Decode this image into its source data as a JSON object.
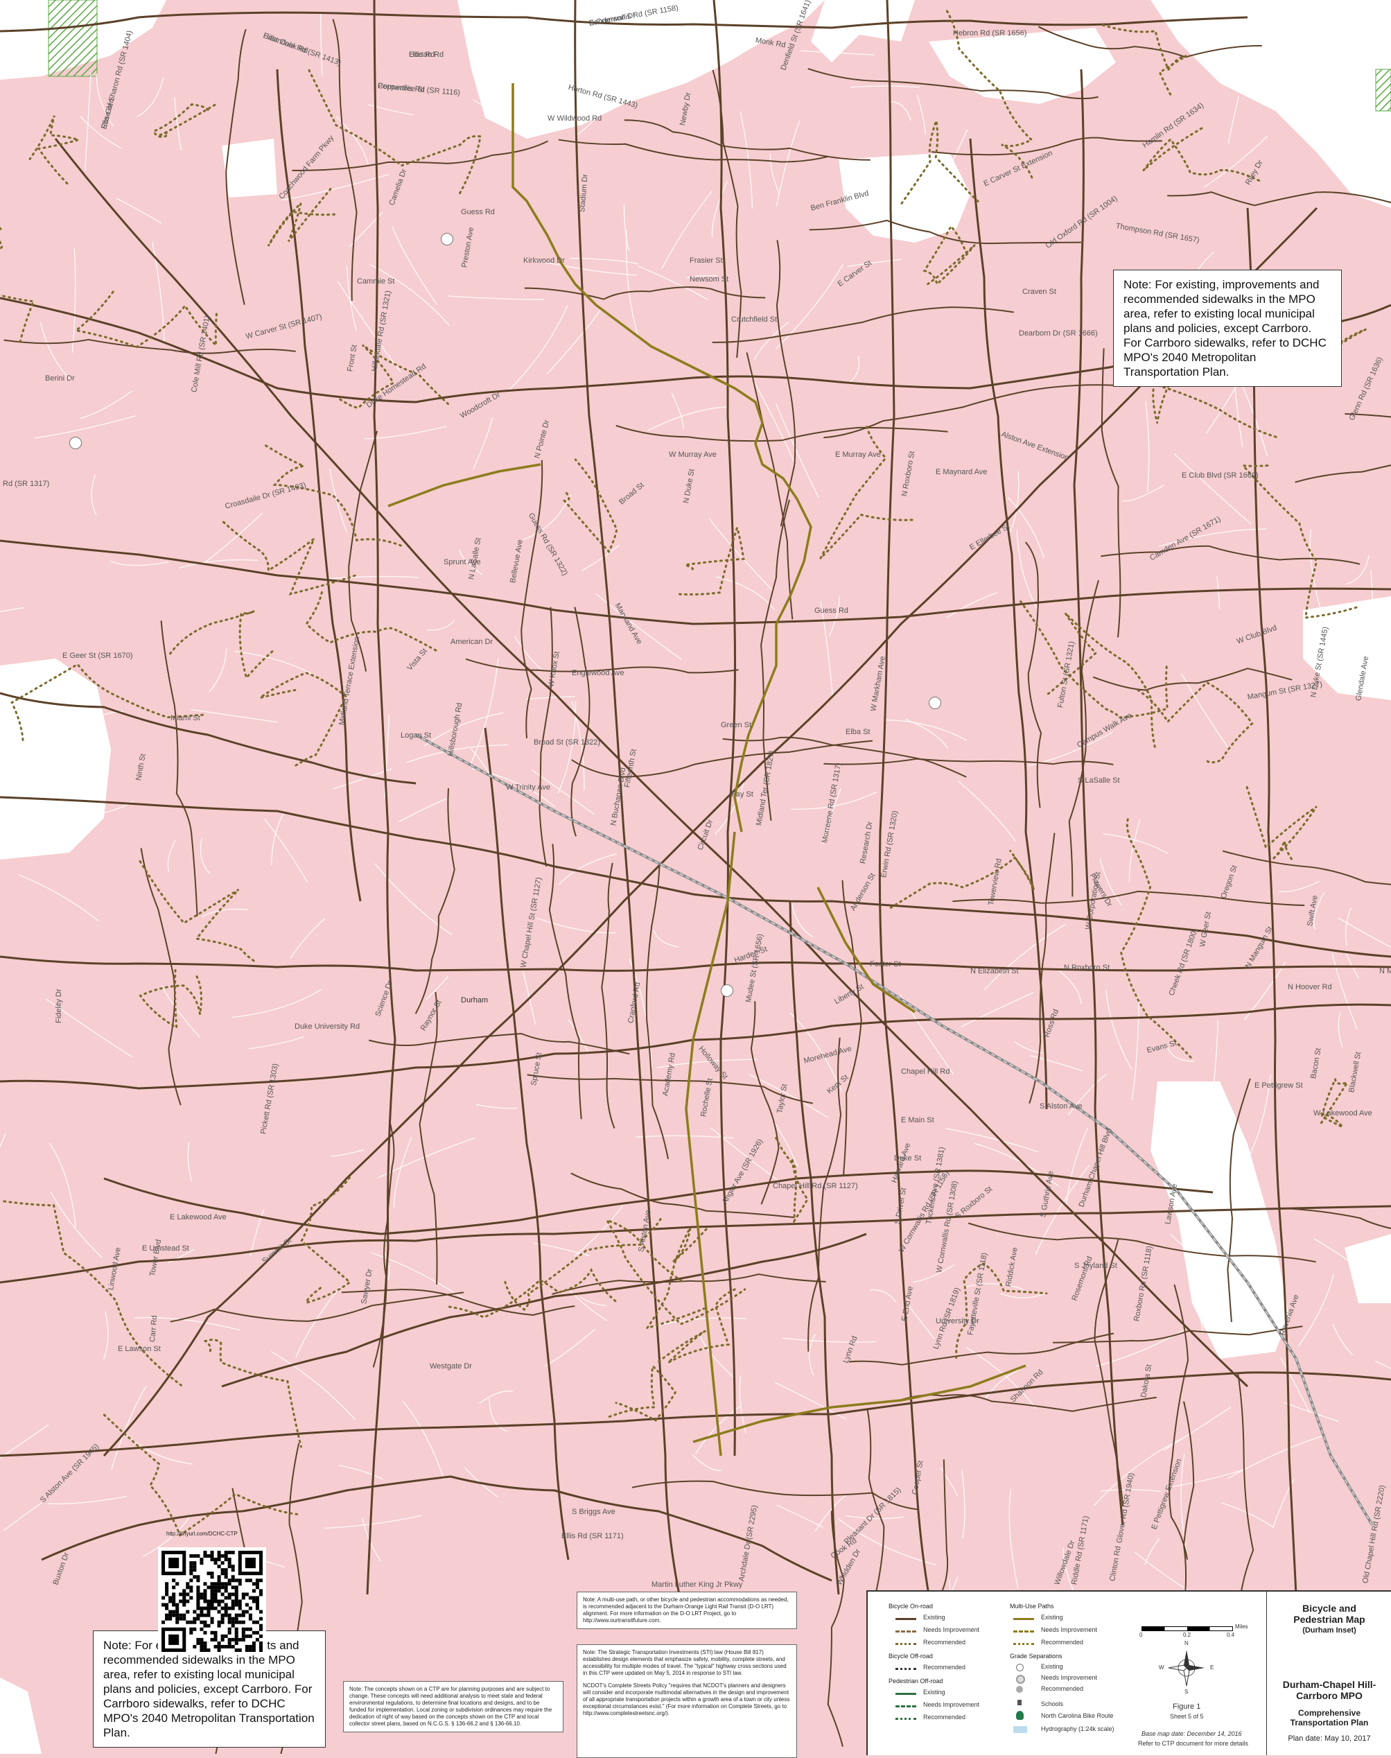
{
  "map": {
    "place_label": "Durham",
    "street_labels": [
      "Hillandale Rd (SR 1413)",
      "Horton Rd",
      "Peppertree St",
      "Rose of Sharon Rd (SR 1404)",
      "Sanderson Dr",
      "Monk Rd",
      "Denfield St (SR 1641)",
      "Hebron Rd (SR 1656)",
      "Horton Rd (SR 1443)",
      "W Wildwood Rd",
      "Newby Dr",
      "Coachwood Farm Pkwy",
      "Camelia Dr",
      "Guess Rd",
      "Stadium Dr",
      "Ben Franklin Blvd",
      "Hamlin Rd (SR 1634)",
      "Riley Dr",
      "E Carver St Extension",
      "Thompson Rd (SR 1657)",
      "Old Oxford Rd (SR 1004)",
      "Kirkwood Dr",
      "Frasier St",
      "Cammie St",
      "Preston Ave",
      "Newsom St",
      "E Carver St",
      "Craven St",
      "Crutchfield St",
      "W Carver St (SR 1407)",
      "Dearborn Dr (SR 1666)",
      "Berini Dr",
      "Cole Mill Rd (SR 1401)",
      "Front St",
      "Hillandale Rd (SR 1321)",
      "Duke Homestead Rd",
      "Woodcroft Dr",
      "Alston Ave Extension",
      "Glenn Rd (SR 1636)",
      "N Pointe Dr",
      "W Murray Ave",
      "E Murray Ave",
      "E Maynard Ave",
      "E Club Blvd (SR 1669)",
      "Rd (SR 1317)",
      "Croasdaile Dr (SR 1493)",
      "Guess Rd (SR 1322)",
      "Broad St",
      "N Duke St",
      "N Roxboro St",
      "E Ellerbee St",
      "Camden Ave (SR 1671)",
      "Sprunt Ave",
      "N LaSalle St",
      "Bellevue Ave",
      "Maryland Ave",
      "Guess Rd",
      "W Club Blvd",
      "E Geer St (SR 1670)",
      "American Dr",
      "Englewood Ave",
      "W Knox St",
      "Broad St (SR 1322)",
      "Green St",
      "W Markham Ave",
      "Mangum St (SR 1327)",
      "N Duke St (SR 1445)",
      "Glendale Ave",
      "Vista St",
      "Midland Terrace Extension",
      "Miami St",
      "Logan St",
      "Hillsborough Rd",
      "Fulton St (SR 1321)",
      "S LaSalle St",
      "Campus Walk Ave",
      "Elba St",
      "Ninth St",
      "Fifteenth St",
      "N Buchanan Blvd",
      "W Trinity Ave",
      "Fay St",
      "Midland Ter (SR 1827)",
      "Morreene Rd (SR 1317)",
      "Erwin Rd (SR 1320)",
      "Circuit Dr",
      "Research Dr",
      "Flowers Dr",
      "W Geer St",
      "Cheek Rd (SR 1800)",
      "W Corporation St",
      "Towerview Rd",
      "Anderson St",
      "Oregon St",
      "Swift Ave",
      "N Mangum St",
      "N Roxboro St",
      "N Elizabeth St",
      "Foster St",
      "N Miami Blvd",
      "N Hoover Rd",
      "Fidelity Dr",
      "Science Dr",
      "Duke University Rd",
      "W Chapel Hill St (SR 1127)",
      "Raynor St",
      "Spruce St",
      "Holloway St",
      "Hardee St",
      "Mudee St (SR 1656)",
      "Liberty St",
      "Ross Rd",
      "Evans St",
      "Academy Rd",
      "Cranford Rd",
      "Morehead Ave",
      "Chapel Hill Rd",
      "Kent St",
      "Blackwell St",
      "E Pettigrew St",
      "E Main St",
      "Rochelle St",
      "Taylor St",
      "S Alston Ave",
      "Chapel Hill Rd (SR 1127)",
      "W Lakewood Ave",
      "Duke St",
      "Tuckers Ave (SR 1381)",
      "S Roxboro St",
      "E Lakewood Ave",
      "Angier Ave (SR 1926)",
      "Harvard Ave",
      "S Alston Ave",
      "S Driver St",
      "S Guthrie Ave",
      "S Joyland St",
      "E Umstead St",
      "Carr Rd",
      "W Cornwallis Rd (SR 1308)",
      "University Dr",
      "Linwood Ave",
      "Sawyer Dr",
      "E Lawson St",
      "Riddick Ave",
      "E End Ave",
      "Pickett Rd (SR 1303)",
      "Summit St",
      "Lawson Ave",
      "Bacon St",
      "Tower Blvd",
      "Durham Chapel Hill Blvd",
      "W Cornwallis Rd (SR 1158)",
      "Rosemont Rd",
      "Roxboro Rd (SR 1118)",
      "Fayetteville St (SR 1118)",
      "Ravenia Ave",
      "Lynn Rd (SR 1819)",
      "Lynn Rd",
      "Westgate Dr",
      "Shannon Rd",
      "Dakota St",
      "S Alston Ave (SR 1945)",
      "Cooper St",
      "S Briggs Ave",
      "Ellis Rd (SR 1171)",
      "Pleasant Dr (SR 1815)",
      "Glover Rd (SR 1940)",
      "E Pettigrew Extension",
      "Martin Luther King Jr Pkwy",
      "Archdale Dr (SR 2295)",
      "Riddle Rd (SR 1171)",
      "Clinton Rd",
      "Old Chapel Hill Rd (SR 2220)",
      "Willowdale Dr",
      "Cook Rd",
      "Buxton Dr",
      "Whidden Dr",
      "East Cook Rd",
      "Ellis Rd",
      "Cornwallis Rd (SR 1116)",
      "Ella-Glen",
      "E Cornwallis Rd (SR 1158)"
    ],
    "colors": {
      "background": "#f6cdd0",
      "minor_street": "#ffffff",
      "on_road_existing": "#5b4128",
      "on_road_needs_improvement": "#8a6a44",
      "recommended_dotted": "#7b6a2a",
      "multi_use_path": "#8c7c1c",
      "rail": "#8a8a8a",
      "water": "#bcdcf0",
      "park_hatch": "#57a83e"
    }
  },
  "notes": {
    "top_right": "Note:  For existing, improvements and recommended sidewalks in the MPO area, refer to existing local municipal plans and policies, except Carrboro.  For Carrboro sidewalks, refer to DCHC MPO's 2040 Metropolitan Transportation Plan.",
    "bottom_left": "Note:  For existing, improvements and recommended sidewalks in the MPO area, refer to existing local municipal plans and policies, except Carrboro.  For Carrboro sidewalks, refer to DCHC MPO's 2040 Metropolitan Transportation Plan.",
    "ctp": "Note:  The concepts shown on a CTP are for planning purposes and are subject to change.  These concepts will need additional analysis to meet state and federal environmental regulations, to determine final locations and designs, and to be funded for implementation.  Local zoning or subdivision ordinances may require the dedication of right of way based on the concepts shown on the CTP and local collector street plans, based on N.C.G.S. § 136-66.2 and § 136-66.10.",
    "dolrt": "Note:  A multi-use path, or other bicycle and pedestrian accommodations as needed, is recommended adjacent to the Durham-Orange Light Rail Transit (D-O LRT) alignment.  For more information on the D-O LRT Project, go to http://www.ourtransitfuture.com.",
    "sti": "Note:  The Strategic Transportation Investments (STI) law (House Bill 817) establishes design elements that emphasize safety, mobility, complete streets, and accessibility for multiple modes of travel.  The \"typical\" highway cross sections used in this CTP were updated on May 5, 2014 in response to STI law.",
    "complete_streets": "NCDOT's Complete Streets Policy \"requires that NCDOT's planners and designers will consider and incorporate multimodal alternatives in the design and improvement of all appropriate transportation projects within a growth area of a town or city unless exceptional circumstances exist.\"  (For more information on Complete Streets, go to http://www.completestreetsnc.org/)."
  },
  "qr": {
    "url": "http://tinyurl.com/DCHC-CTP"
  },
  "legend": {
    "bicycle_on_road": "Bicycle On-road",
    "bicycle_off_road": "Bicycle Off-road",
    "pedestrian_off_road": "Pedestrian Off-road",
    "multi_use_paths": "Multi-Use Paths",
    "grade_separations": "Grade Separations",
    "existing": "Existing",
    "needs_improvement": "Needs Improvement",
    "recommended": "Recommended",
    "schools": "Schools",
    "nc_bike_route": "North Carolina Bike Route",
    "hydrography": "Hydrography (1:24k scale)",
    "scale_unit": "Miles",
    "scale_ticks": [
      "0",
      "0.2",
      "0.4"
    ],
    "figure": "Figure 1",
    "sheet": "Sheet 5 of 5",
    "base_map_date": "Base map date:  December 14, 2016",
    "refer": "Refer to CTP document for more details",
    "compass": {
      "n": "N",
      "s": "S",
      "e": "E",
      "w": "W"
    }
  },
  "title_block": {
    "title": "Bicycle and Pedestrian Map",
    "subtitle": "(Durham Inset)",
    "mpo": "Durham-Chapel Hill-Carrboro MPO",
    "plan": "Comprehensive Transportation Plan",
    "plan_date": "Plan date: May 10, 2017"
  }
}
